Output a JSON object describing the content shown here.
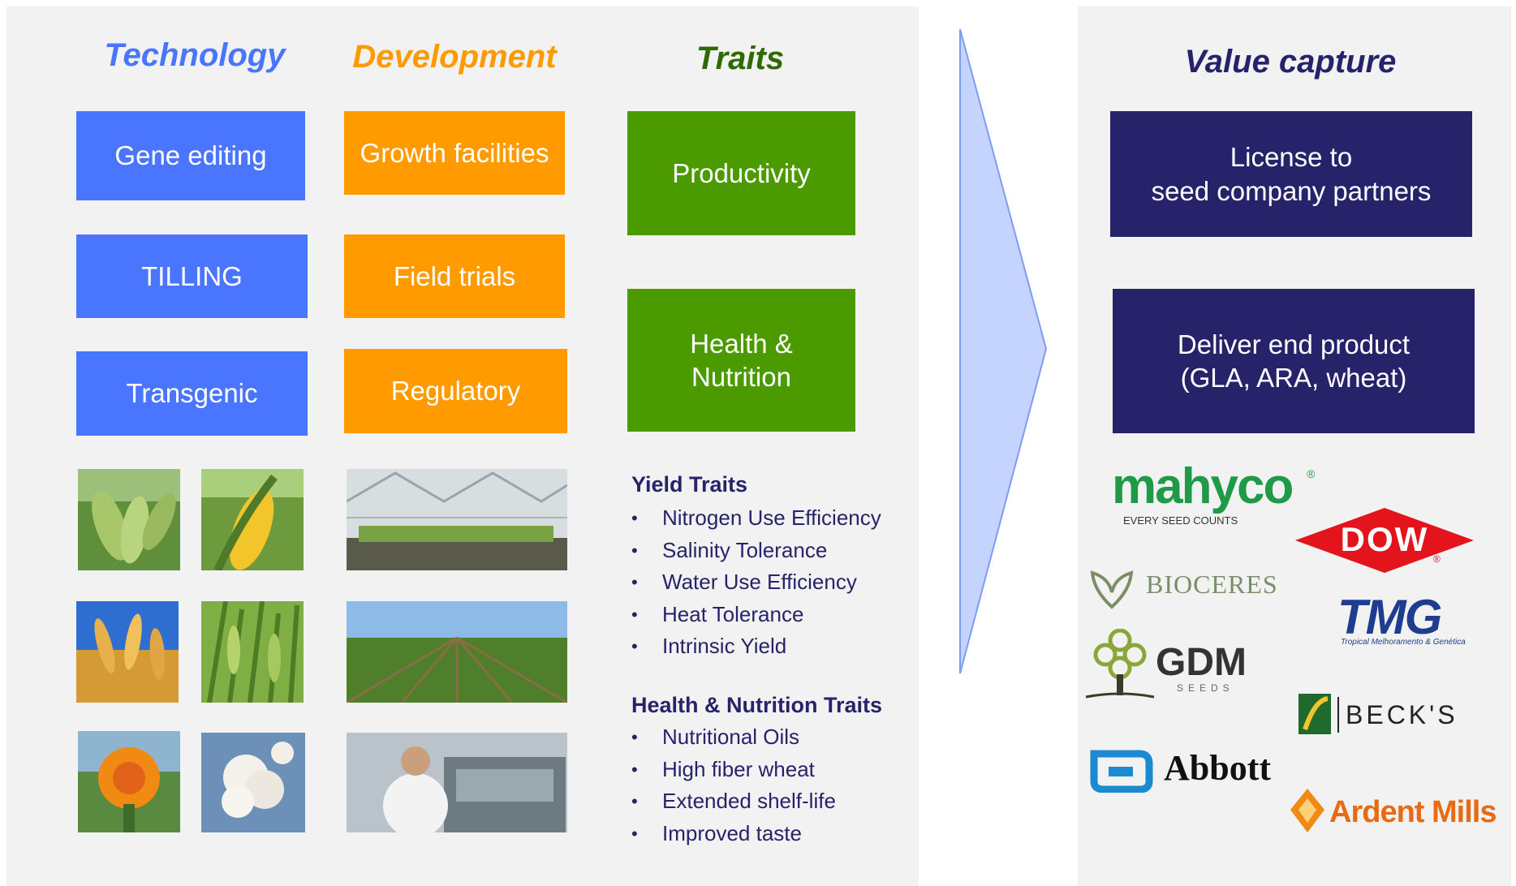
{
  "headers": {
    "technology": "Technology",
    "development": "Development",
    "traits": "Traits",
    "value_capture": "Value capture"
  },
  "colors": {
    "technology": "#4a76ff",
    "development": "#ff9a00",
    "traits": "#4b9a00",
    "value_capture": "#27236a",
    "arrow": "#c5d3ff"
  },
  "technology": [
    "Gene editing",
    "TILLING",
    "Transgenic"
  ],
  "development": [
    "Growth facilities",
    "Field trials",
    "Regulatory"
  ],
  "traits": [
    "Productivity",
    "Health &\nNutrition"
  ],
  "value_capture": [
    "License to\nseed company partners",
    "Deliver end product\n(GLA, ARA, wheat)"
  ],
  "yield_traits": {
    "title": "Yield Traits",
    "items": [
      "Nitrogen Use Efficiency",
      "Salinity Tolerance",
      "Water Use Efficiency",
      "Heat Tolerance",
      "Intrinsic Yield"
    ]
  },
  "health_traits": {
    "title": "Health & Nutrition Traits",
    "items": [
      "Nutritional Oils",
      "High fiber wheat",
      "Extended shelf-life",
      "Improved taste"
    ]
  },
  "logos": {
    "mahyco": "mahyco",
    "mahyco_reg": "®",
    "mahyco_tagline": "EVERY SEED COUNTS",
    "dow": "DOW",
    "dow_reg": "®",
    "bioceres": "BIOCERES",
    "tmg": "TMG",
    "tmg_tagline": "Tropical Melhoramento & Genética",
    "gdm": "GDM",
    "gdm_tagline": "SEEDS",
    "becks": "BECK'S",
    "abbott": "Abbott",
    "ardent": "Ardent Mills"
  }
}
